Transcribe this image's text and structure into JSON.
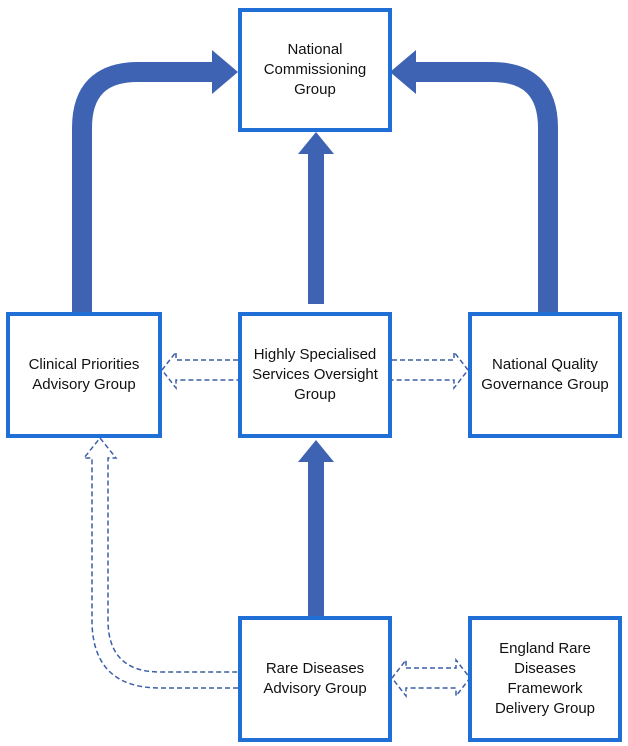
{
  "colors": {
    "box_border": "#1f6fd6",
    "arrow_fill": "#3f63b3",
    "dashed_arrow": "#3b5ea8"
  },
  "boxes": {
    "national_commissioning": "National\nCommissioning\nGroup",
    "clinical_priorities": "Clinical Priorities\nAdvisory Group",
    "highly_specialised": "Highly Specialised\nServices Oversight\nGroup",
    "national_quality": "National Quality\nGovernance Group",
    "rare_diseases": "Rare Diseases\nAdvisory Group",
    "england_rare": "England Rare\nDiseases\nFramework\nDelivery Group"
  }
}
